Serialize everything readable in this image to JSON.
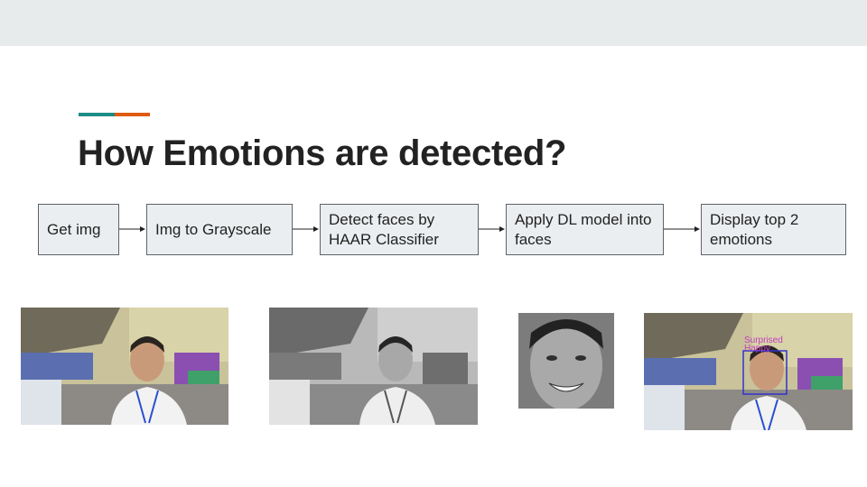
{
  "slide": {
    "title": "How Emotions are detected?",
    "accent_colors": [
      "#1c8c86",
      "#e05a0f"
    ]
  },
  "steps": [
    {
      "label": "Get img"
    },
    {
      "label": "Img to Grayscale"
    },
    {
      "label": "Detect faces by HAAR Classifier"
    },
    {
      "label": "Apply DL model into faces"
    },
    {
      "label": "Display top 2 emotions"
    }
  ],
  "images": [
    {
      "name": "color-photo-of-person",
      "kind": "color"
    },
    {
      "name": "grayscale-photo-of-person",
      "kind": "grayscale"
    },
    {
      "name": "cropped-face",
      "kind": "face"
    },
    {
      "name": "photo-with-detection-box",
      "kind": "detection",
      "labels": [
        "Surprised",
        "Happy"
      ]
    }
  ]
}
